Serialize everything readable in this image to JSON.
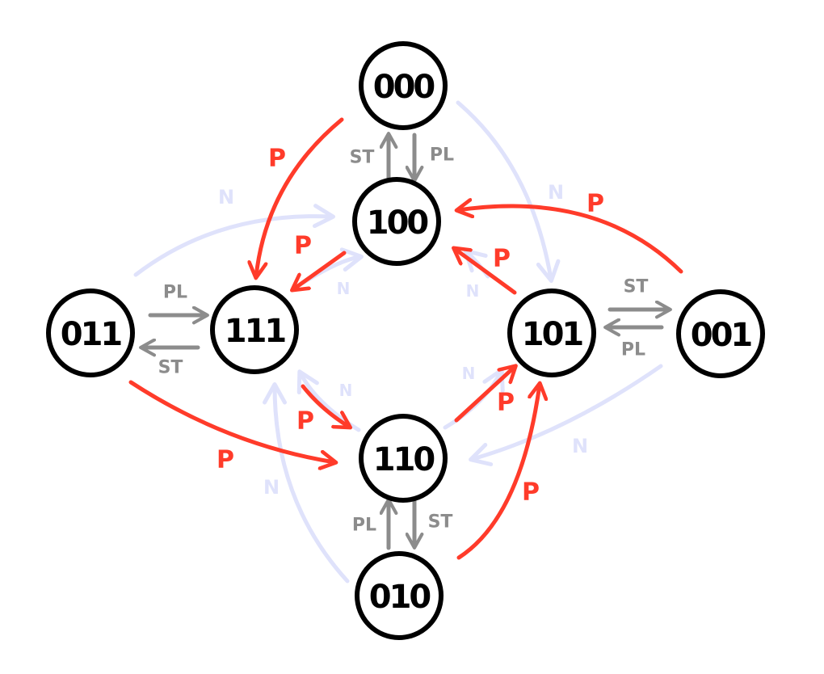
{
  "colors": {
    "p": "#ff3b2a",
    "control": "#8c8c8c",
    "n": "#dfe2fb",
    "node_stroke": "#000000"
  },
  "nodes": [
    {
      "id": "000",
      "label": "000"
    },
    {
      "id": "100",
      "label": "100"
    },
    {
      "id": "011",
      "label": "011"
    },
    {
      "id": "111",
      "label": "111"
    },
    {
      "id": "101",
      "label": "101"
    },
    {
      "id": "001",
      "label": "001"
    },
    {
      "id": "110",
      "label": "110"
    },
    {
      "id": "010",
      "label": "010"
    }
  ],
  "edges": [
    {
      "id": "e-000-111-p",
      "from": "000",
      "to": "111",
      "label": "P",
      "kind": "p"
    },
    {
      "id": "e-100-111-p",
      "from": "100",
      "to": "111",
      "label": "P",
      "kind": "p"
    },
    {
      "id": "e-001-100-p",
      "from": "001",
      "to": "100",
      "label": "P",
      "kind": "p"
    },
    {
      "id": "e-101-100-p",
      "from": "101",
      "to": "100",
      "label": "P",
      "kind": "p"
    },
    {
      "id": "e-111-110-p",
      "from": "111",
      "to": "110",
      "label": "P",
      "kind": "p"
    },
    {
      "id": "e-011-110-p",
      "from": "011",
      "to": "110",
      "label": "P",
      "kind": "p"
    },
    {
      "id": "e-110-101-p",
      "from": "110",
      "to": "101",
      "label": "P",
      "kind": "p"
    },
    {
      "id": "e-010-101-p",
      "from": "010",
      "to": "101",
      "label": "P",
      "kind": "p"
    },
    {
      "id": "e-100-000-st",
      "from": "100",
      "to": "000",
      "label": "ST",
      "kind": "control"
    },
    {
      "id": "e-000-100-pl",
      "from": "000",
      "to": "100",
      "label": "PL",
      "kind": "control"
    },
    {
      "id": "e-011-111-pl",
      "from": "011",
      "to": "111",
      "label": "PL",
      "kind": "control"
    },
    {
      "id": "e-111-011-st",
      "from": "111",
      "to": "011",
      "label": "ST",
      "kind": "control"
    },
    {
      "id": "e-101-001-st",
      "from": "101",
      "to": "001",
      "label": "ST",
      "kind": "control"
    },
    {
      "id": "e-001-101-pl",
      "from": "001",
      "to": "101",
      "label": "PL",
      "kind": "control"
    },
    {
      "id": "e-010-110-pl",
      "from": "010",
      "to": "110",
      "label": "PL",
      "kind": "control"
    },
    {
      "id": "e-110-010-st",
      "from": "110",
      "to": "010",
      "label": "ST",
      "kind": "control"
    },
    {
      "id": "e-011-100-n",
      "from": "011",
      "to": "100",
      "label": "N",
      "kind": "n"
    },
    {
      "id": "e-000-101-n",
      "from": "000",
      "to": "101",
      "label": "N",
      "kind": "n"
    },
    {
      "id": "e-001-110-n",
      "from": "001",
      "to": "110",
      "label": "N",
      "kind": "n"
    },
    {
      "id": "e-010-111-n",
      "from": "010",
      "to": "111",
      "label": "N",
      "kind": "n"
    },
    {
      "id": "e-111-100-n",
      "from": "111",
      "to": "100",
      "label": "N",
      "kind": "n"
    },
    {
      "id": "e-101-100-n",
      "from": "101",
      "to": "100",
      "label": "N",
      "kind": "n"
    },
    {
      "id": "e-110-111-n",
      "from": "110",
      "to": "111",
      "label": "N",
      "kind": "n"
    },
    {
      "id": "e-110-101-n",
      "from": "110",
      "to": "101",
      "label": "N",
      "kind": "n"
    }
  ]
}
